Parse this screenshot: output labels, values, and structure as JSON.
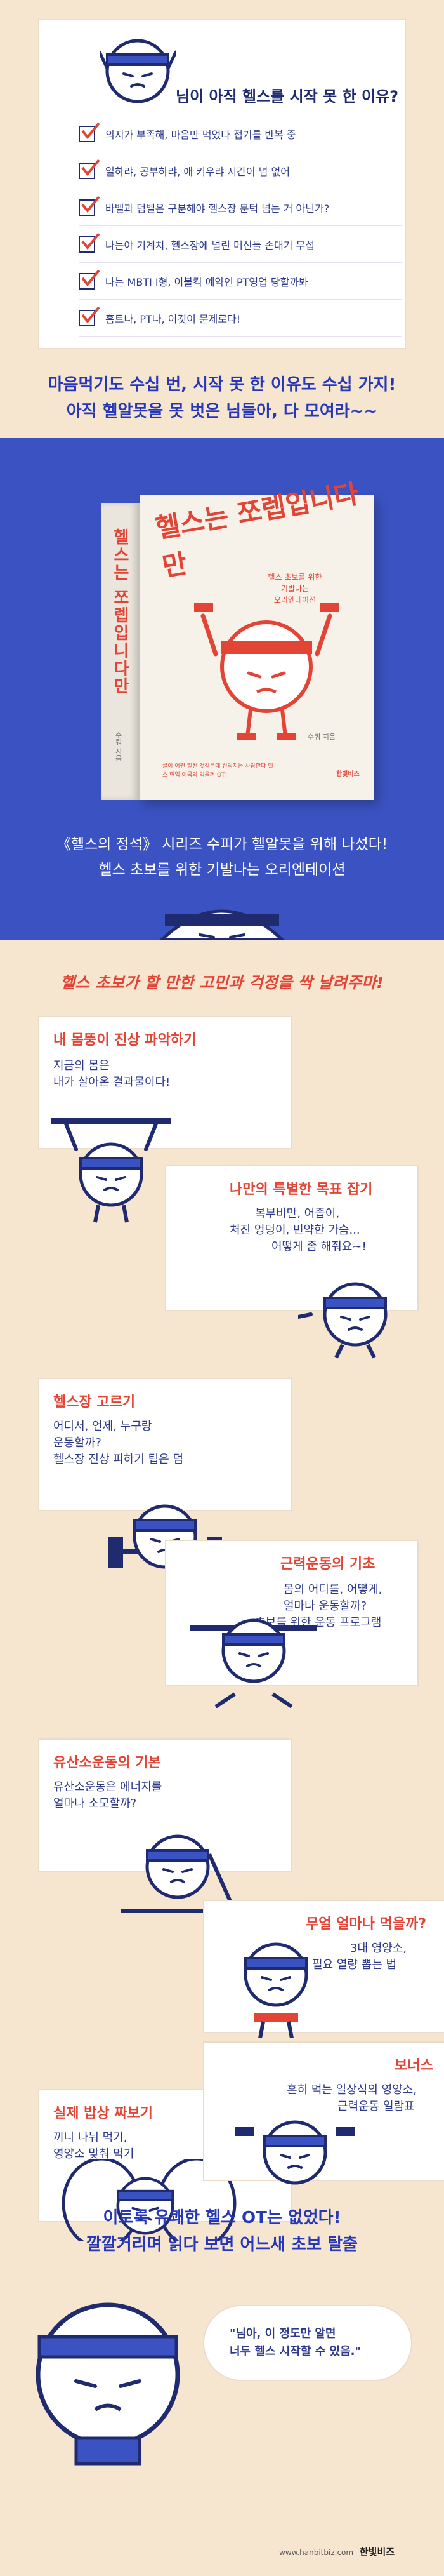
{
  "intro": {
    "question": "님이 아직 헬스를 시작 못 한 이유?",
    "reasons": [
      "의지가 부족해, 마음만 먹었다 접기를 반복 중",
      "일하랴, 공부하랴, 애 키우랴 시간이 넘 없어",
      "바벨과 덤벨은 구분해야 헬스장 문턱 넘는 거 아닌가?",
      "나는야 기계치, 헬스장에 널린 머신들 손대기 무섭",
      "나는 MBTI I형, 이불킥 예약인 PT영업 당할까봐",
      "흠트나, PT나, 이것이 문제로다!"
    ],
    "lines": [
      "마음먹기도 수십 번, 시작 못 한 이유도 수십 가지!",
      "아직 헬알못을 못 벗은 님들아, 다 모여라~~"
    ]
  },
  "book": {
    "spine_title": "헬스는 쪼렙입니다만",
    "title": "헬스는 쪼렙입니다만",
    "subtitle_lines": [
      "헬스 초보를 위한",
      "기발나는",
      "오리엔테이션"
    ],
    "author": "수쿼 지음",
    "blurb": "글이 어쩐 말된 것같은데 신덕지는 사람한다 헬스 현업 이국의 먹을꺼 OT!",
    "publisher": "한빛비즈",
    "caption_lines": [
      "《헬스의 정석》 시리즈 수피가 헬알못을 위해 나섰다!",
      "헬스 초보를 위한 기발나는 오리엔테이션"
    ]
  },
  "features": {
    "heading": "헬스 초보가 할 만한 고민과 걱정을 싹 날려주마!",
    "cards": [
      {
        "title": "내 몸뚱이 진상 파악하기",
        "lines": [
          "지금의 몸은",
          "내가 살아온 결과물이다!"
        ]
      },
      {
        "title": "나만의 특별한 목표 잡기",
        "lines": [
          "복부비만, 어좁이,",
          "처진 엉덩이, 빈약한 가슴...",
          "어떻게 좀 해줘요~!"
        ]
      },
      {
        "title": "헬스장 고르기",
        "lines": [
          "어디서, 언제, 누구랑",
          "운동할까?",
          "헬스장 진상 피하기 팁은 덤"
        ]
      },
      {
        "title": "근력운동의 기초",
        "lines": [
          "몸의 어디를, 어떻게,",
          "얼마나 운동할까?",
          "초보를 위한 운동 프로그램"
        ]
      },
      {
        "title": "유산소운동의 기본",
        "lines": [
          "유산소운동은 에너지를",
          "얼마나 소모할까?"
        ]
      },
      {
        "title": "무얼 얼마나 먹을까?",
        "lines": [
          "3대 영양소,",
          "필요 열량 뽑는 법"
        ]
      },
      {
        "title": "실제 밥상 짜보기",
        "lines": [
          "끼니 나눠 먹기,",
          "영양소 맞춰 먹기"
        ]
      },
      {
        "title": "보너스",
        "lines": [
          "흔히 먹는 일상식의 영양소,",
          "근력운동 일람표"
        ]
      }
    ],
    "end_lines": [
      "이토록 유쾌한 헬스 OT는 없었다!",
      "깔깔거리며 읽다 보면 어느새 초보 탈출"
    ],
    "quote_lines": [
      "\"님아, 이 정도만 알면",
      "너두 헬스 시작할 수 있음.\""
    ]
  },
  "footer": {
    "url": "www.hanbitbiz.com",
    "publisher": "한빛비즈"
  },
  "colors": {
    "navy": "#1f2b6e",
    "red": "#e24436",
    "blue": "#3b53c2",
    "cream": "#f6e6d0"
  }
}
